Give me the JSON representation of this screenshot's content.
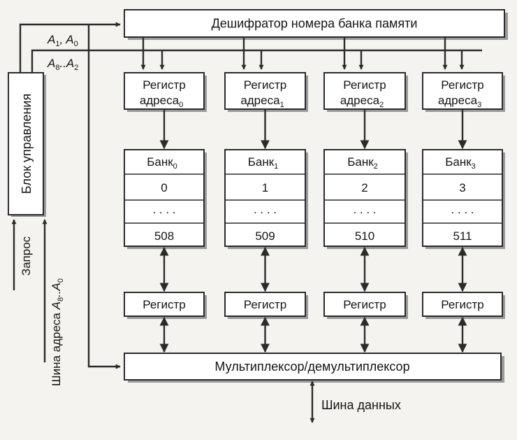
{
  "decoder": {
    "label": "Дешифратор номера банка памяти"
  },
  "control_unit": {
    "label": "Блок управления"
  },
  "signals": {
    "a1_a0": {
      "pre": "A",
      "s1": "1",
      "mid": ", A",
      "s2": "0"
    },
    "a8_a2": {
      "pre": "A",
      "s1": "8",
      "mid": "..A",
      "s2": "2"
    },
    "request": "Запрос",
    "address_bus": {
      "pre": "Шина адреса ",
      "a": "A",
      "s1": "8",
      "mid": "..A",
      "s2": "0"
    },
    "data_bus": "Шина данных"
  },
  "mux": {
    "label": "Мультиплексор/демультиплексор"
  },
  "columns": [
    {
      "addr_reg_line1": "Регистр",
      "addr_reg_line2": "адреса",
      "addr_reg_sub": "0",
      "bank_label": "Банк",
      "bank_sub": "0",
      "cells": [
        "0",
        ". . . .",
        "508"
      ],
      "data_reg": "Регистр"
    },
    {
      "addr_reg_line1": "Регистр",
      "addr_reg_line2": "адреса",
      "addr_reg_sub": "1",
      "bank_label": "Банк",
      "bank_sub": "1",
      "cells": [
        "1",
        ". . . .",
        "509"
      ],
      "data_reg": "Регистр"
    },
    {
      "addr_reg_line1": "Регистр",
      "addr_reg_line2": "адреса",
      "addr_reg_sub": "2",
      "bank_label": "Банк",
      "bank_sub": "2",
      "cells": [
        "2",
        ". . . .",
        "510"
      ],
      "data_reg": "Регистр"
    },
    {
      "addr_reg_line1": "Регистр",
      "addr_reg_line2": "адреса",
      "addr_reg_sub": "3",
      "bank_label": "Банк",
      "bank_sub": "3",
      "cells": [
        "3",
        ". . . .",
        "511"
      ],
      "data_reg": "Регистр"
    }
  ]
}
